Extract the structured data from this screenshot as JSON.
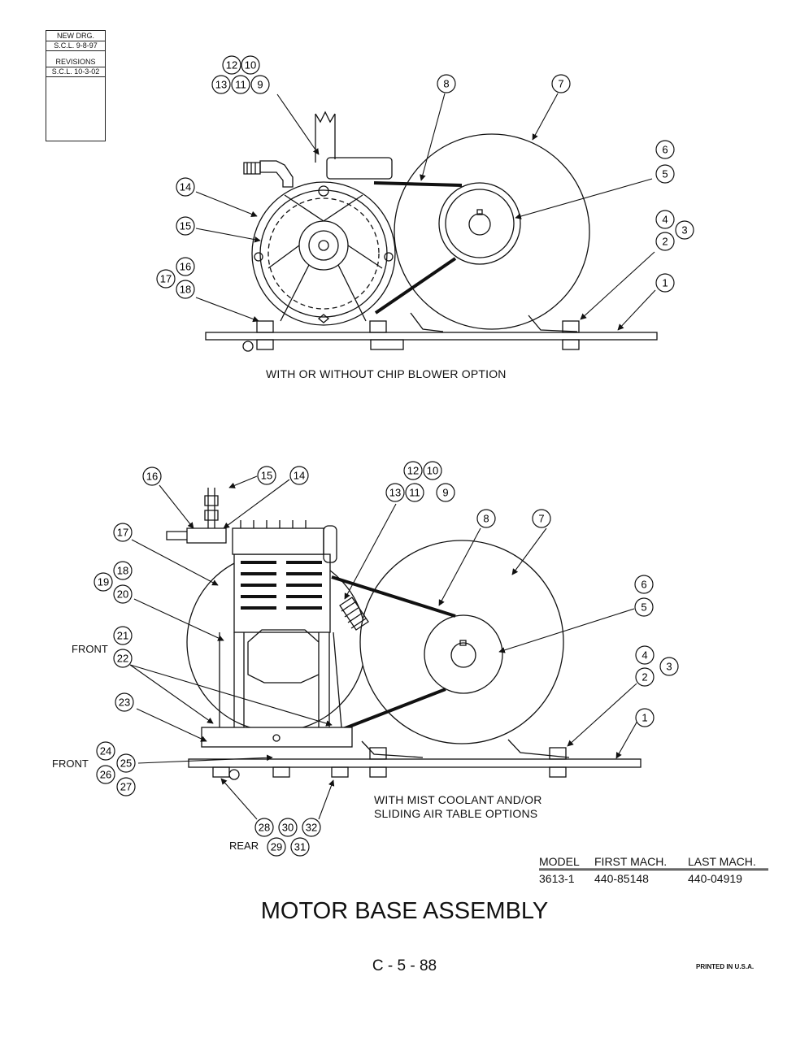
{
  "revision_block": {
    "lines": [
      "NEW DRG.",
      "S.C.L.  9-8-97",
      "REVISIONS",
      "S.C.L.  10-3-02"
    ]
  },
  "top_view": {
    "caption": "WITH OR WITHOUT CHIP BLOWER OPTION",
    "callouts": [
      "1",
      "2",
      "3",
      "4",
      "5",
      "6",
      "7",
      "8",
      "9",
      "10",
      "11",
      "12",
      "13",
      "14",
      "15",
      "16",
      "17",
      "18"
    ]
  },
  "bottom_view": {
    "caption_line1": "WITH MIST COOLANT AND/OR",
    "caption_line2": "SLIDING AIR TABLE OPTIONS",
    "front_label_1": "FRONT",
    "front_label_2": "FRONT",
    "rear_label": "REAR",
    "callouts": [
      "1",
      "2",
      "3",
      "4",
      "5",
      "6",
      "7",
      "8",
      "9",
      "10",
      "11",
      "12",
      "13",
      "14",
      "15",
      "16",
      "17",
      "18",
      "19",
      "20",
      "21",
      "22",
      "23",
      "24",
      "25",
      "26",
      "27",
      "28",
      "29",
      "30",
      "31",
      "32"
    ]
  },
  "model_table": {
    "headers": [
      "MODEL",
      "FIRST MACH.",
      "LAST MACH."
    ],
    "rows": [
      [
        "3613-1",
        "440-85148",
        "440-04919"
      ]
    ]
  },
  "title": "MOTOR BASE ASSEMBLY",
  "page_number": "C - 5 - 88",
  "printed": "PRINTED IN U.S.A."
}
